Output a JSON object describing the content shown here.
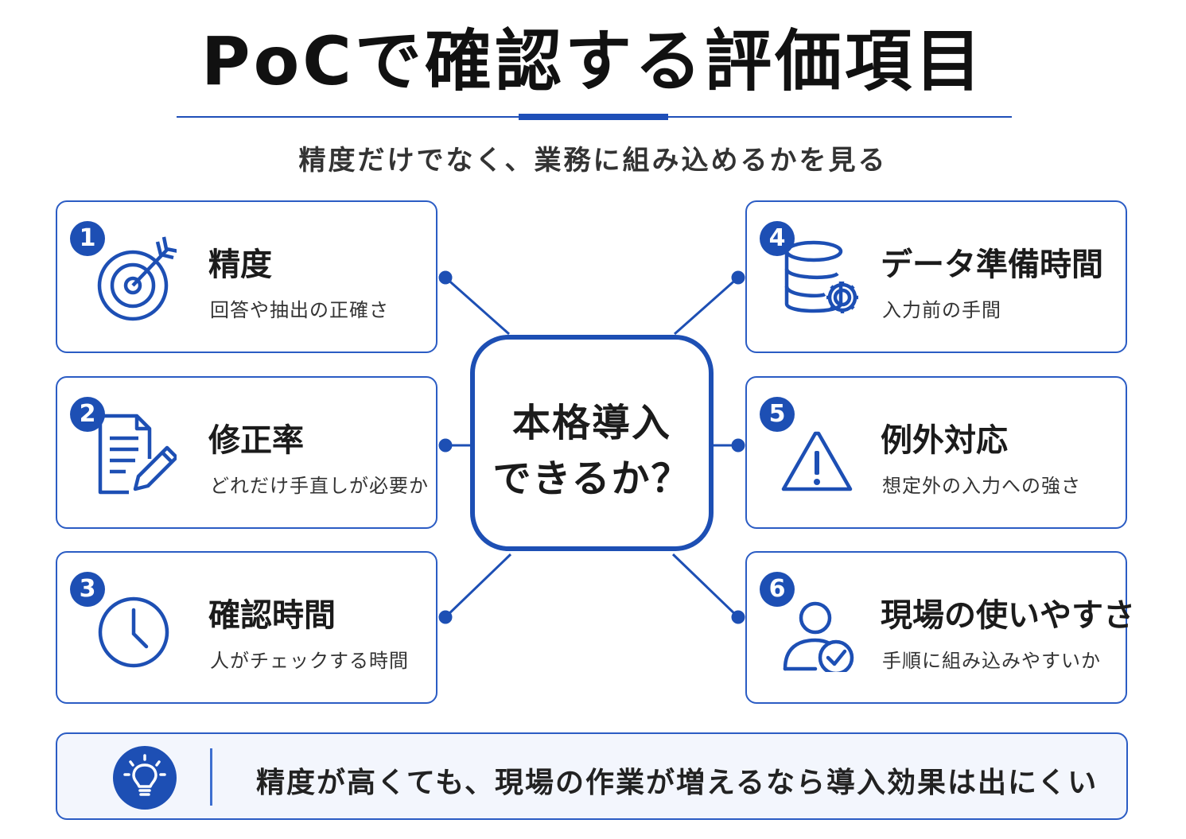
{
  "title": "PoCで確認する評価項目",
  "subtitle": "精度だけでなく、業務に組み込めるかを見る",
  "center": {
    "line1": "本格導入",
    "line2": "できるか？"
  },
  "items": [
    {
      "number": "1",
      "title": "精度",
      "desc": "回答や抽出の正確さ",
      "icon": "target-icon"
    },
    {
      "number": "2",
      "title": "修正率",
      "desc": "どれだけ手直しが必要か",
      "icon": "document-edit-icon"
    },
    {
      "number": "3",
      "title": "確認時間",
      "desc": "人がチェックする時間",
      "icon": "clock-icon"
    },
    {
      "number": "4",
      "title": "データ準備時間",
      "desc": "入力前の手間",
      "icon": "database-gear-icon"
    },
    {
      "number": "5",
      "title": "例外対応",
      "desc": "想定外の入力への強さ",
      "icon": "warning-icon"
    },
    {
      "number": "6",
      "title": "現場の使いやすさ",
      "desc": "手順に組み込みやすいか",
      "icon": "user-check-icon"
    }
  ],
  "banner": {
    "text": "精度が高くても、現場の作業が増えるなら導入効果は出にくい",
    "icon": "lightbulb-icon"
  },
  "colors": {
    "accent": "#1d4fb4",
    "border": "#2b5cc4",
    "banner_bg": "#f3f6fd"
  }
}
